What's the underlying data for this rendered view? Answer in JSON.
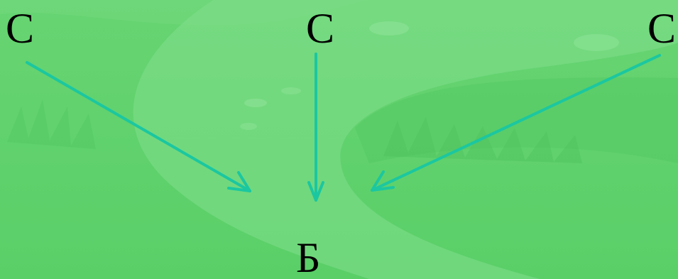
{
  "diagram": {
    "sources": [
      {
        "id": "c-left",
        "label": "С"
      },
      {
        "id": "c-middle",
        "label": "С"
      },
      {
        "id": "c-right",
        "label": "С"
      }
    ],
    "target": {
      "id": "b-bottom",
      "label": "Б"
    },
    "edges": [
      {
        "from": "c-left",
        "to": "b-bottom"
      },
      {
        "from": "c-middle",
        "to": "b-bottom"
      },
      {
        "from": "c-right",
        "to": "b-bottom"
      }
    ]
  },
  "colors": {
    "background": "#5fd26d",
    "path": "#7fde88",
    "arrow": "#1bc7a0",
    "text": "#000000"
  }
}
